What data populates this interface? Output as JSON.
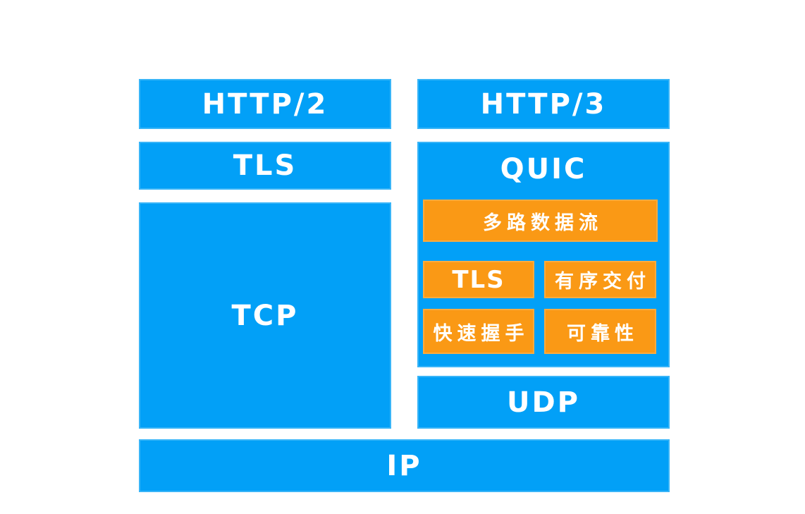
{
  "colors": {
    "blue": "#02A0F7",
    "orange": "#FA9915",
    "label": "#FFFFFF",
    "background": "#FFFFFF"
  },
  "left_stack": {
    "http2_label": "HTTP/2",
    "tls_label": "TLS",
    "tcp_label": "TCP"
  },
  "right_stack": {
    "http3_label": "HTTP/3",
    "quic_label": "QUIC",
    "quic_features": {
      "multiplexed_streams": "多路数据流",
      "tls": "TLS",
      "ordered_delivery": "有序交付",
      "fast_handshake": "快速握手",
      "reliability": "可靠性"
    },
    "udp_label": "UDP"
  },
  "base_layer": {
    "ip_label": "IP"
  }
}
